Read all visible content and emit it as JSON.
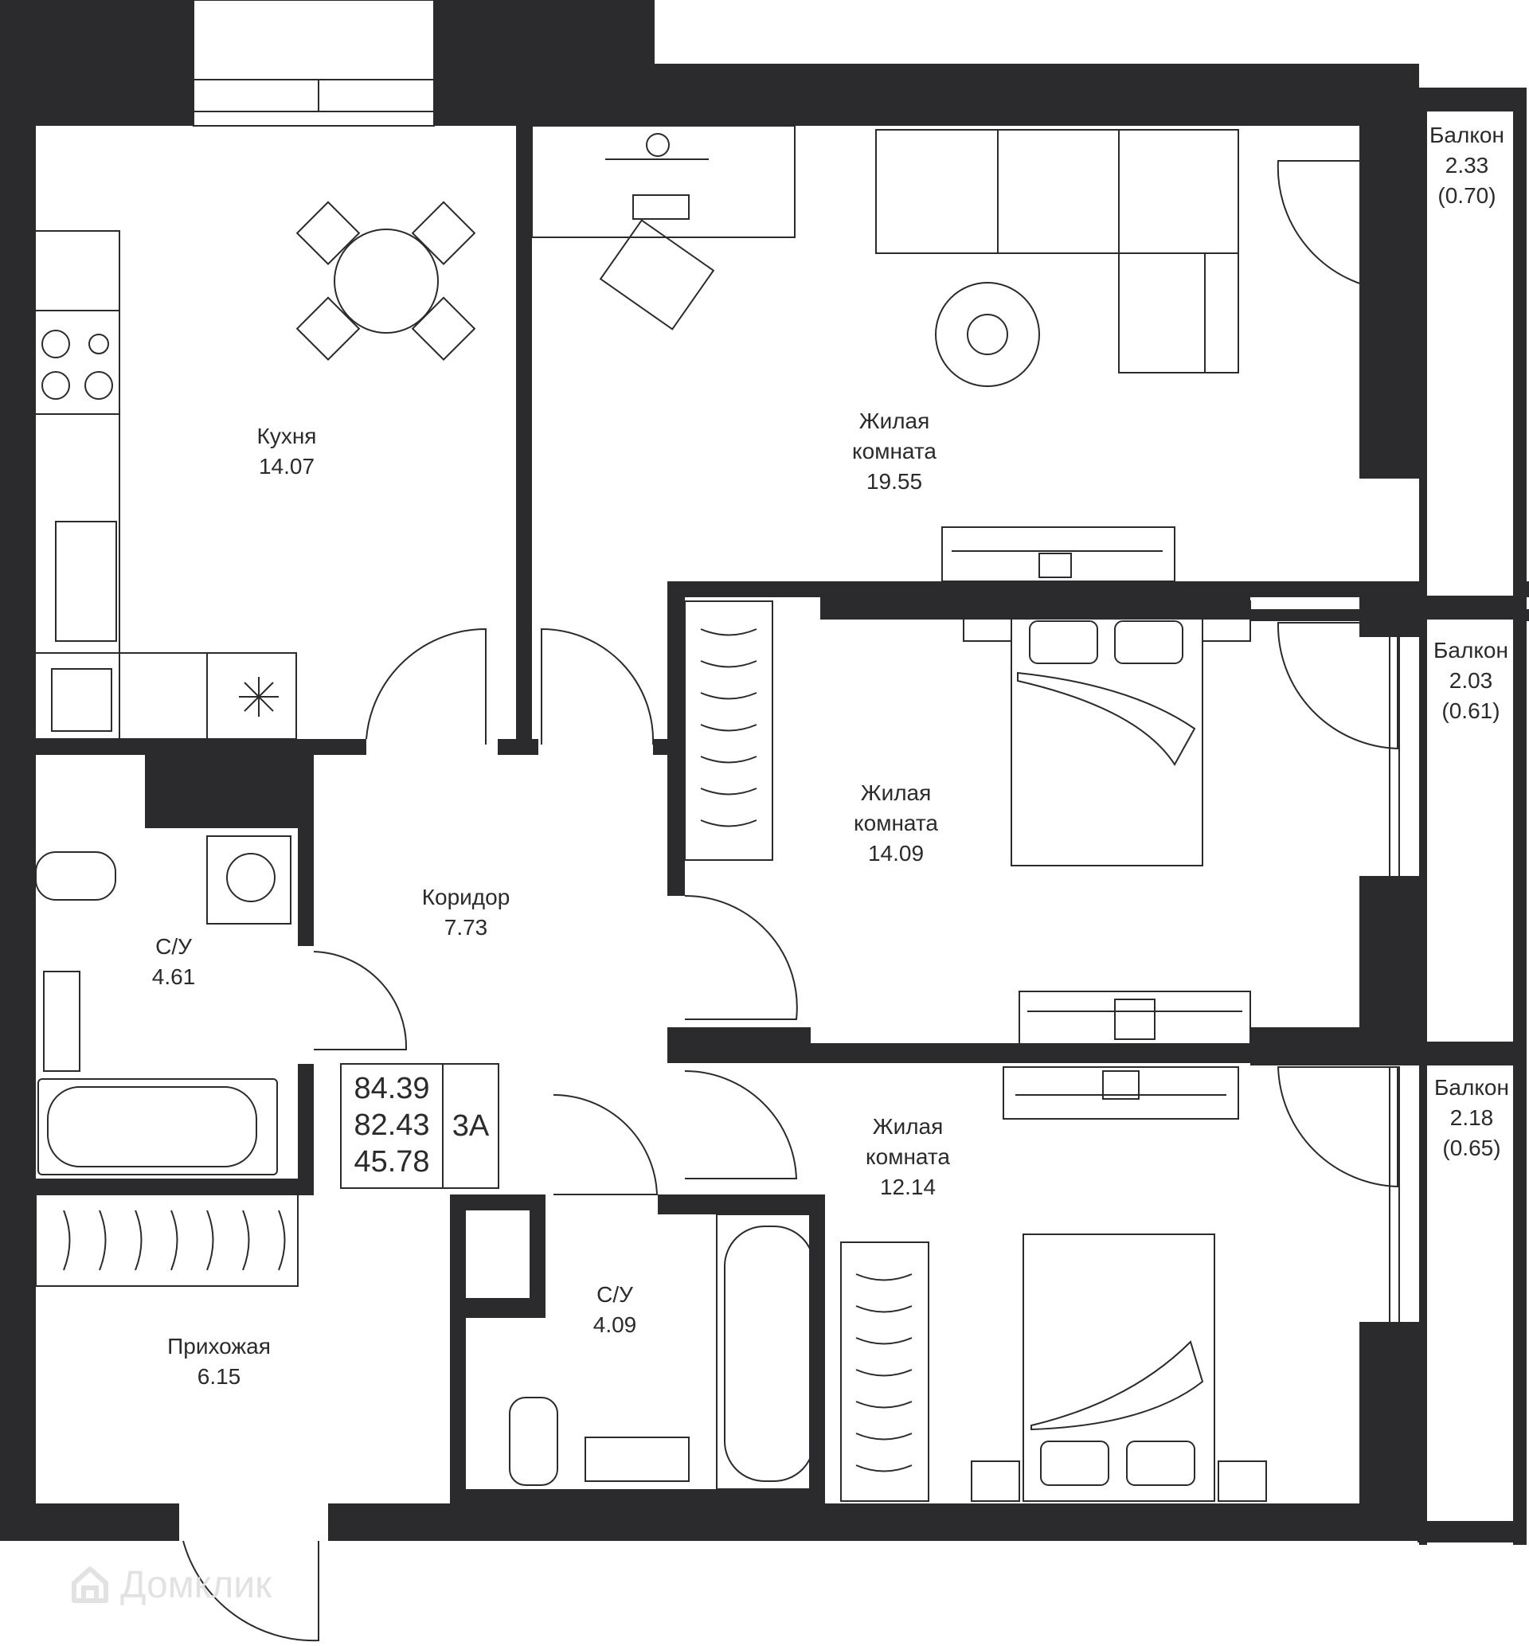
{
  "rooms": {
    "kitchen": {
      "name": "Кухня",
      "area": "14.07"
    },
    "living_main": {
      "name_line1": "Жилая",
      "name_line2": "комната",
      "area": "19.55"
    },
    "living_mid": {
      "name_line1": "Жилая",
      "name_line2": "комната",
      "area": "14.09"
    },
    "living_low": {
      "name_line1": "Жилая",
      "name_line2": "комната",
      "area": "12.14"
    },
    "corridor": {
      "name": "Коридор",
      "area": "7.73"
    },
    "bath_left": {
      "name": "С/У",
      "area": "4.61"
    },
    "bath_center": {
      "name": "С/У",
      "area": "4.09"
    },
    "hallway": {
      "name": "Прихожая",
      "area": "6.15"
    }
  },
  "balconies": [
    {
      "name": "Балкон",
      "area": "2.33",
      "reduced": "(0.70)"
    },
    {
      "name": "Балкон",
      "area": "2.03",
      "reduced": "(0.61)"
    },
    {
      "name": "Балкон",
      "area": "2.18",
      "reduced": "(0.65)"
    }
  ],
  "summary": {
    "total_area": "84.39",
    "area_without_balconies": "82.43",
    "living_area": "45.78",
    "apartment_type": "3А"
  },
  "watermark": {
    "text": "Домклик"
  },
  "colors": {
    "wall": "#2b2b2e",
    "line": "#2b2b2e",
    "background": "#ffffff",
    "watermark": "#e2e2e2"
  }
}
